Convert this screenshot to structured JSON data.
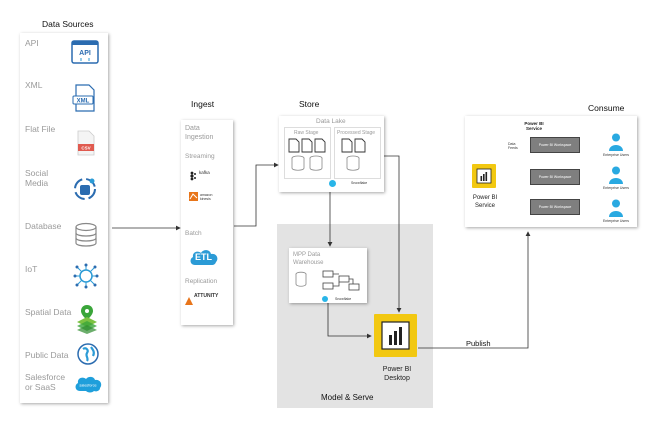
{
  "headings": {
    "data_sources": "Data Sources",
    "ingest": "Ingest",
    "store": "Store",
    "consume": "Consume",
    "model_serve": "Model & Serve",
    "publish": "Publish"
  },
  "data_sources": [
    {
      "label": "API",
      "icon": "api-icon"
    },
    {
      "label": "XML",
      "icon": "xml-file-icon"
    },
    {
      "label": "Flat File",
      "icon": "csv-file-icon"
    },
    {
      "label": "Social Media",
      "icon": "social-media-icon"
    },
    {
      "label": "Database",
      "icon": "database-icon"
    },
    {
      "label": "IoT",
      "icon": "iot-icon"
    },
    {
      "label": "Spatial Data",
      "icon": "spatial-layers-icon"
    },
    {
      "label": "Public Data",
      "icon": "globe-icon"
    },
    {
      "label": "Salesforce or SaaS",
      "icon": "salesforce-icon"
    }
  ],
  "icon_texts": {
    "api": "API",
    "xml": "XML",
    "csv": "CSV",
    "salesforce": "salesforce"
  },
  "ingest": {
    "title": "Data Ingestion",
    "streaming": "Streaming",
    "kafka": "kafka",
    "aws": "amazon kinesis",
    "batch": "Batch",
    "etl": "ETL",
    "replication": "Replication",
    "attunity": "ATTUNITY"
  },
  "data_lake": {
    "title": "Data Lake",
    "raw": "Raw Stage",
    "processed": "Processed Stage",
    "vendor": "Snowflake"
  },
  "mpp": {
    "title": "MPP Data Warehouse",
    "vendor": "Snowflake"
  },
  "desktop": {
    "label": "Power BI Desktop"
  },
  "service": {
    "panel_title": "Power BI Service",
    "label": "Power BI Service",
    "data_feeds": "Data Feeds",
    "workspaces": [
      "Power BI Workspace",
      "Power BI Workspace",
      "Power BI Workspace"
    ],
    "users": [
      "Enterprise Users",
      "Enterprise Users",
      "Enterprise Users"
    ]
  },
  "colors": {
    "powerbi": "#f2c811",
    "blue": "#1e90d6",
    "workspace": "#7f7f7f",
    "model_bg": "#e3e3e3"
  }
}
